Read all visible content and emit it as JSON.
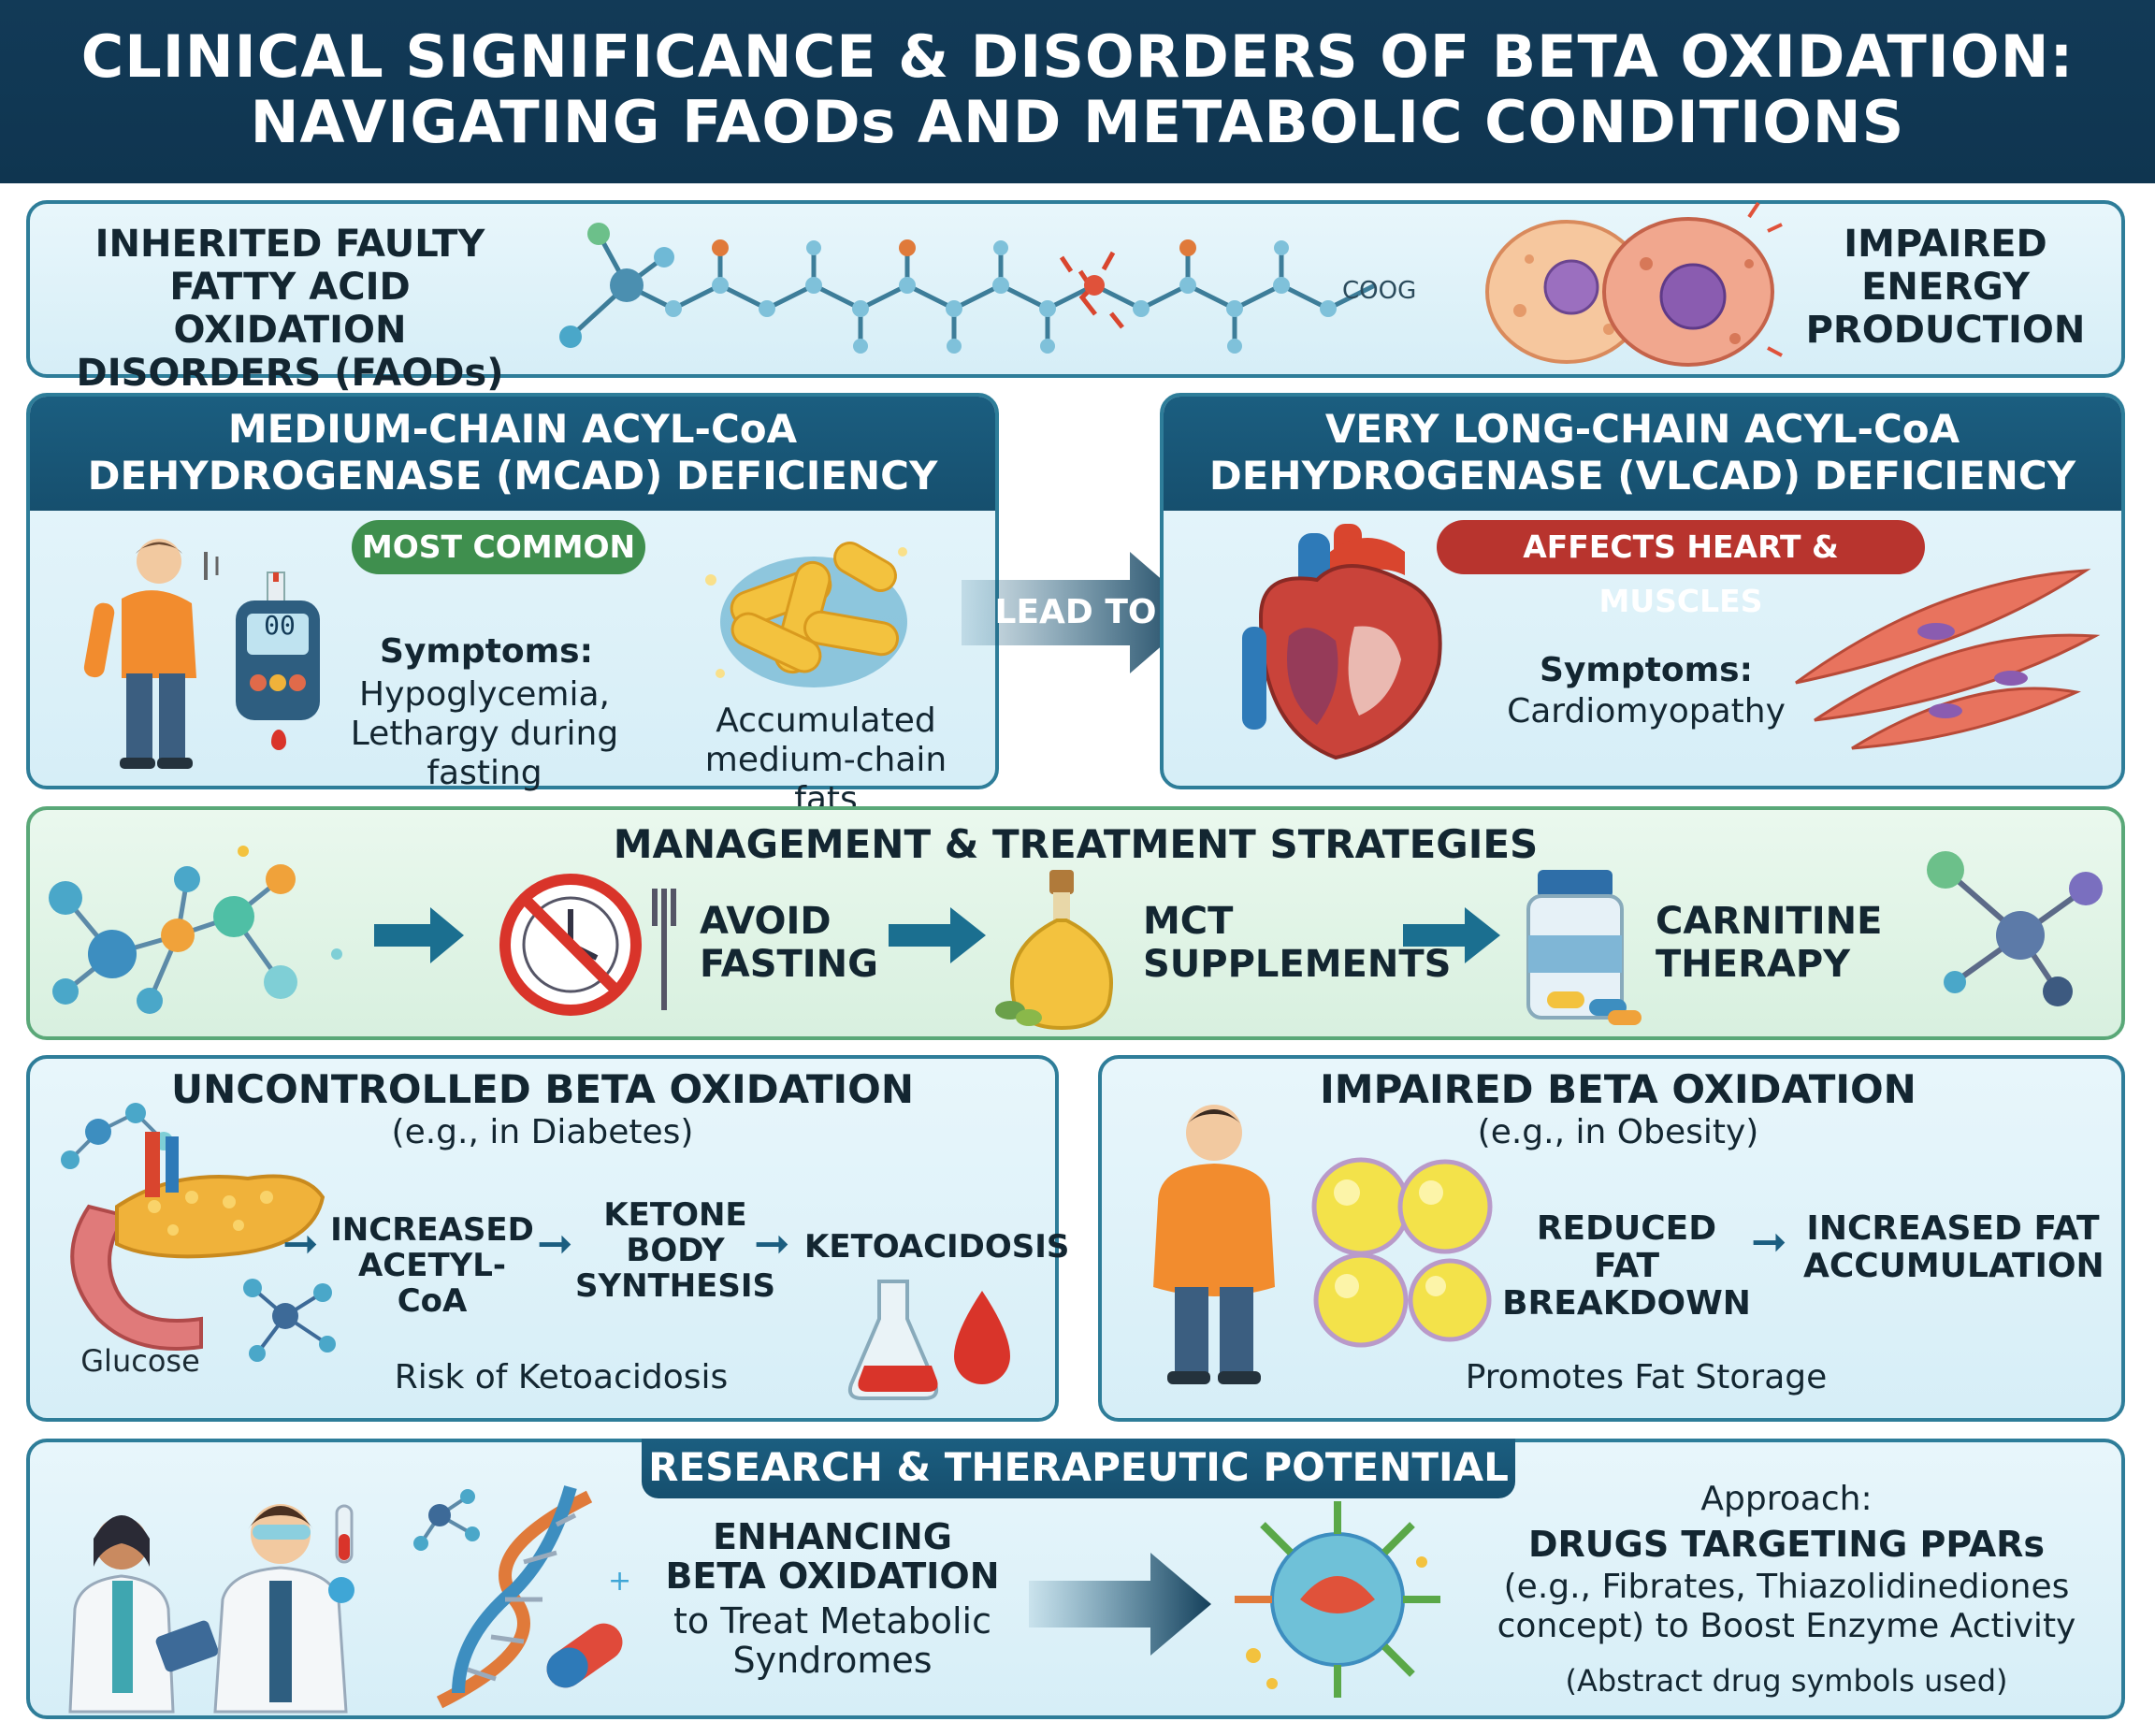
{
  "title": {
    "line1": "CLINICAL SIGNIFICANCE & DISORDERS OF BETA OXIDATION:",
    "line2": "NAVIGATING FAODs AND METABOLIC CONDITIONS"
  },
  "faods": {
    "left_lines": [
      "INHERITED FAULTY",
      "FATTY ACID OXIDATION",
      "DISORDERS (FAODs)"
    ],
    "chain_label": "COOG",
    "right_lines": [
      "IMPAIRED",
      "ENERGY",
      "PRODUCTION"
    ]
  },
  "mcad": {
    "header_lines": [
      "MEDIUM-CHAIN ACYL-CoA",
      "DEHYDROGENASE (MCAD) DEFICIENCY"
    ],
    "badge": "MOST COMMON",
    "meter_display": "00",
    "symptoms_label": "Symptoms:",
    "symptoms_lines": [
      "Hypoglycemia,",
      "Lethargy during fasting"
    ],
    "fats_lines": [
      "Accumulated",
      "medium-chain fats"
    ]
  },
  "lead_to": "LEAD TO",
  "vlcad": {
    "header_lines": [
      "VERY LONG-CHAIN ACYL-CoA",
      "DEHYDROGENASE (VLCAD) DEFICIENCY"
    ],
    "badge": "AFFECTS HEART & MUSCLES",
    "symptoms_label": "Symptoms:",
    "symptoms_text": "Cardiomyopathy"
  },
  "management": {
    "title": "MANAGEMENT & TREATMENT STRATEGIES",
    "steps": [
      {
        "lines": [
          "AVOID",
          "FASTING"
        ]
      },
      {
        "lines": [
          "MCT",
          "SUPPLEMENTS"
        ]
      },
      {
        "lines": [
          "CARNITINE",
          "THERAPY"
        ]
      }
    ]
  },
  "diabetes": {
    "title": "UNCONTROLLED BETA OXIDATION",
    "subtitle": "(e.g., in Diabetes)",
    "flow": [
      {
        "lines": [
          "INCREASED",
          "ACETYL-CoA"
        ]
      },
      {
        "lines": [
          "KETONE",
          "BODY",
          "SYNTHESIS"
        ]
      },
      {
        "lines": [
          "KETOACIDOSIS"
        ]
      }
    ],
    "glucose_label": "Glucose",
    "risk": "Risk of Ketoacidosis"
  },
  "obesity": {
    "title": "IMPAIRED BETA OXIDATION",
    "subtitle": "(e.g., in Obesity)",
    "flow": [
      {
        "lines": [
          "REDUCED FAT",
          "BREAKDOWN"
        ]
      },
      {
        "lines": [
          "INCREASED FAT",
          "ACCUMULATION"
        ]
      }
    ],
    "footer": "Promotes Fat Storage"
  },
  "research": {
    "header": "RESEARCH & THERAPEUTIC POTENTIAL",
    "enhance_bold_lines": [
      "ENHANCING",
      "BETA OXIDATION"
    ],
    "enhance_lines": [
      "to Treat Metabolic",
      "Syndromes"
    ],
    "approach_label": "Approach:",
    "approach_bold": "DRUGS TARGETING PPARs",
    "approach_lines": [
      "(e.g., Fibrates, Thiazolidinediones",
      "concept) to Boost Enzyme Activity"
    ],
    "note": "(Abstract drug symbols used)"
  },
  "colors": {
    "navy": "#123a57",
    "panel_border": "#2e7d99",
    "green_badge": "#3f8f4e",
    "red_badge": "#b8342e",
    "arrow": "#1b5e80"
  }
}
